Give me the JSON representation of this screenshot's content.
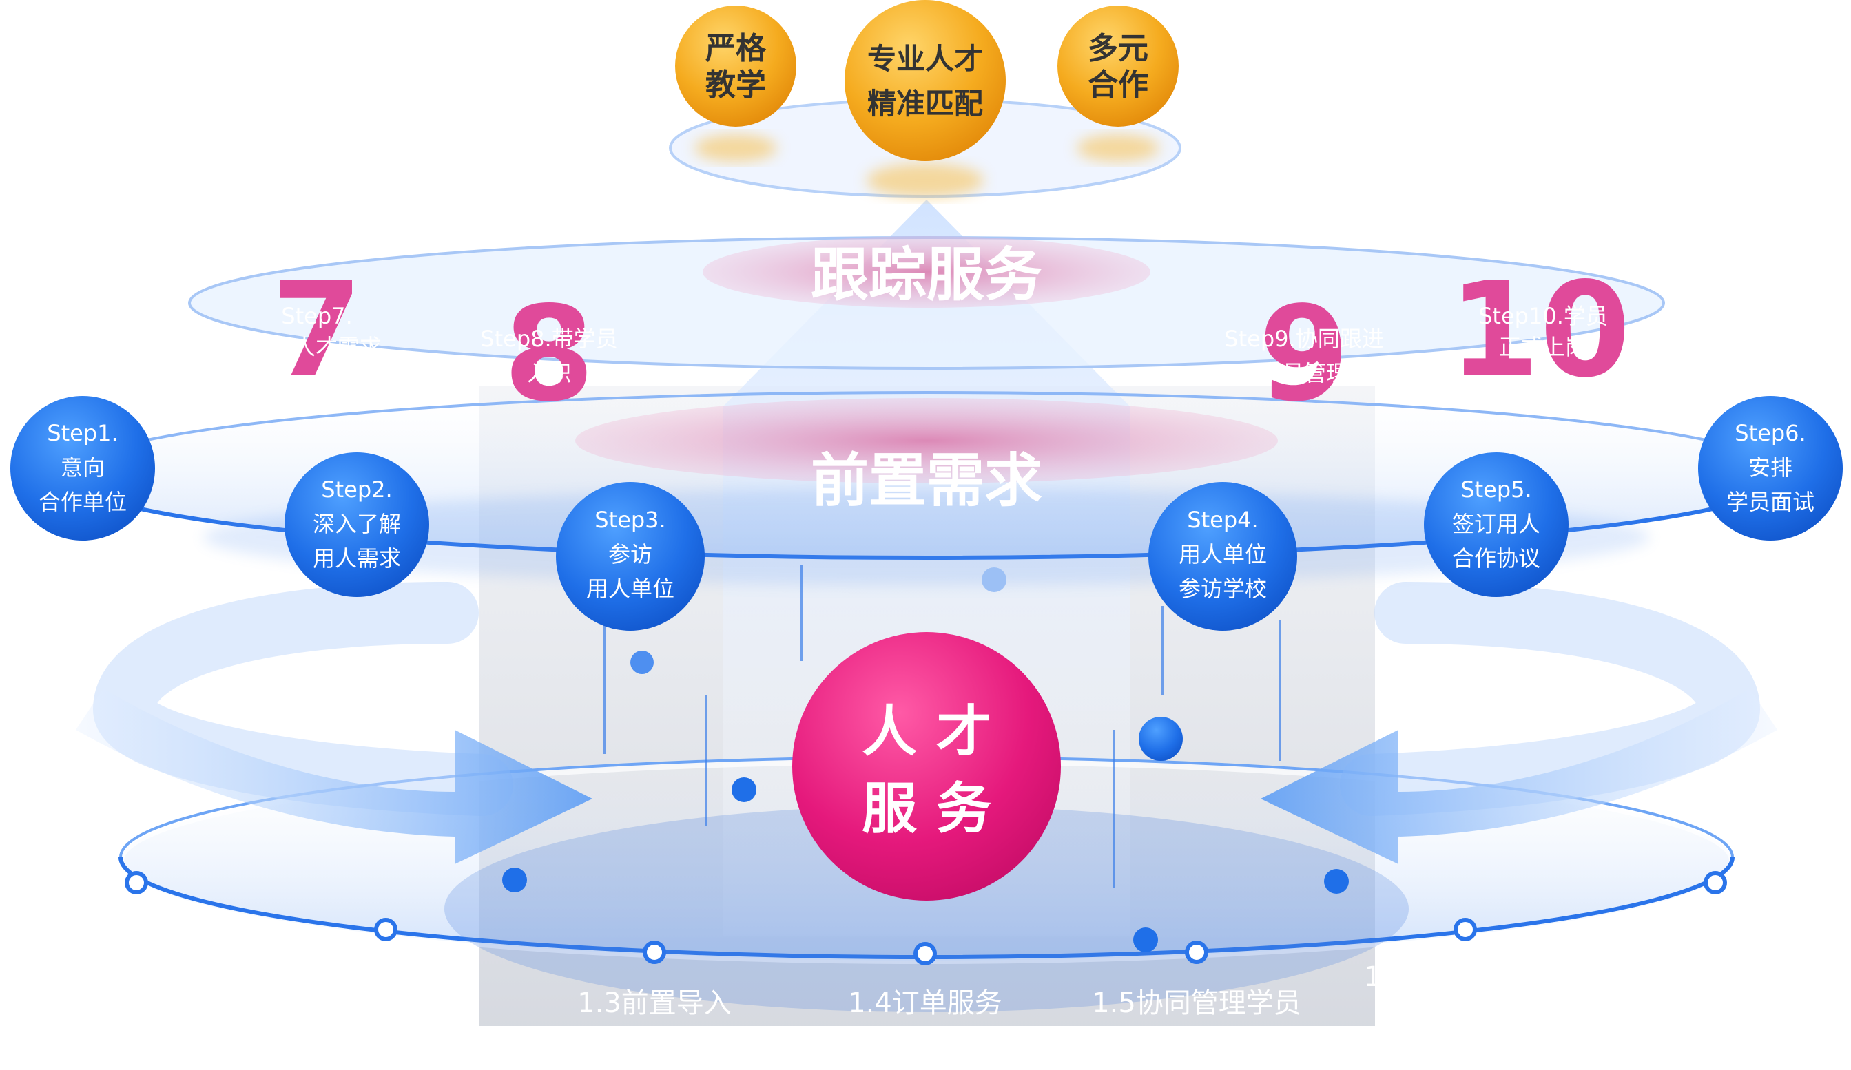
{
  "top_badges": [
    {
      "line1": "严格",
      "line2": "教学"
    },
    {
      "line1": "专业人才",
      "line2": "精准匹配"
    },
    {
      "line1": "多元",
      "line2": "合作"
    }
  ],
  "layers": {
    "tracking": "跟踪服务",
    "pre_demand": "前置需求",
    "core_line1": "人 才",
    "core_line2": "服 务"
  },
  "steps": [
    {
      "num": "1",
      "line1": "Step1.",
      "line2": "意向",
      "line3": "合作单位"
    },
    {
      "num": "2",
      "line1": "Step2.",
      "line2": "深入了解",
      "line3": "用人需求"
    },
    {
      "num": "3",
      "line1": "Step3.",
      "line2": "参访",
      "line3": "用人单位"
    },
    {
      "num": "4",
      "line1": "Step4.",
      "line2": "用人单位",
      "line3": "参访学校"
    },
    {
      "num": "5",
      "line1": "Step5.",
      "line2": "签订用人",
      "line3": "合作协议"
    },
    {
      "num": "6",
      "line1": "Step6.",
      "line2": "安排",
      "line3": "学员面试"
    }
  ],
  "upper_steps": [
    {
      "num": "7",
      "line1": "Step7.",
      "line2": "人才需求"
    },
    {
      "num": "8",
      "line1": "Step8.带学员",
      "line2": "入职"
    },
    {
      "num": "9",
      "line1": "Step9.协同跟进",
      "line2": "学员管理"
    },
    {
      "num": "10",
      "line1": "Step10.学员",
      "line2": "正式上岗"
    }
  ],
  "bottom_labels": [
    "1.3前置导入",
    "1.4订单服务",
    "1.5协同管理学员",
    "1."
  ],
  "colors": {
    "gold": "#f5ab1f",
    "blue": "#1f6fe8",
    "pink": "#e5197c",
    "big_number": "#e04a9a",
    "pale_blue": "#bcd4f8"
  }
}
